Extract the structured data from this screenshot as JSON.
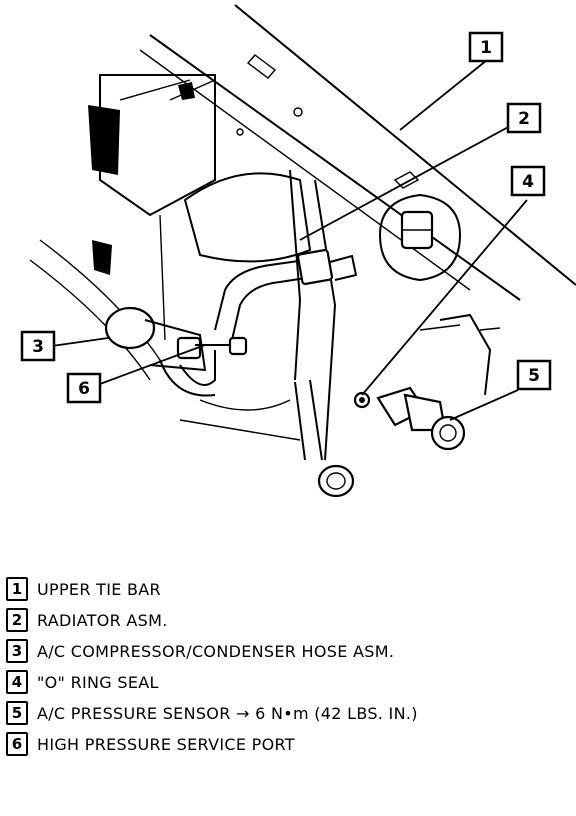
{
  "callouts": [
    "1",
    "2",
    "3",
    "4",
    "5",
    "6"
  ],
  "legend": [
    {
      "num": "1",
      "text": "UPPER TIE BAR"
    },
    {
      "num": "2",
      "text": "RADIATOR ASM."
    },
    {
      "num": "3",
      "text": "A/C COMPRESSOR/CONDENSER HOSE ASM."
    },
    {
      "num": "4",
      "text": "\"O\" RING SEAL"
    },
    {
      "num": "5",
      "text": "A/C PRESSURE SENSOR → 6 N•m (42 LBS. IN.)"
    },
    {
      "num": "6",
      "text": "HIGH PRESSURE SERVICE PORT"
    }
  ]
}
